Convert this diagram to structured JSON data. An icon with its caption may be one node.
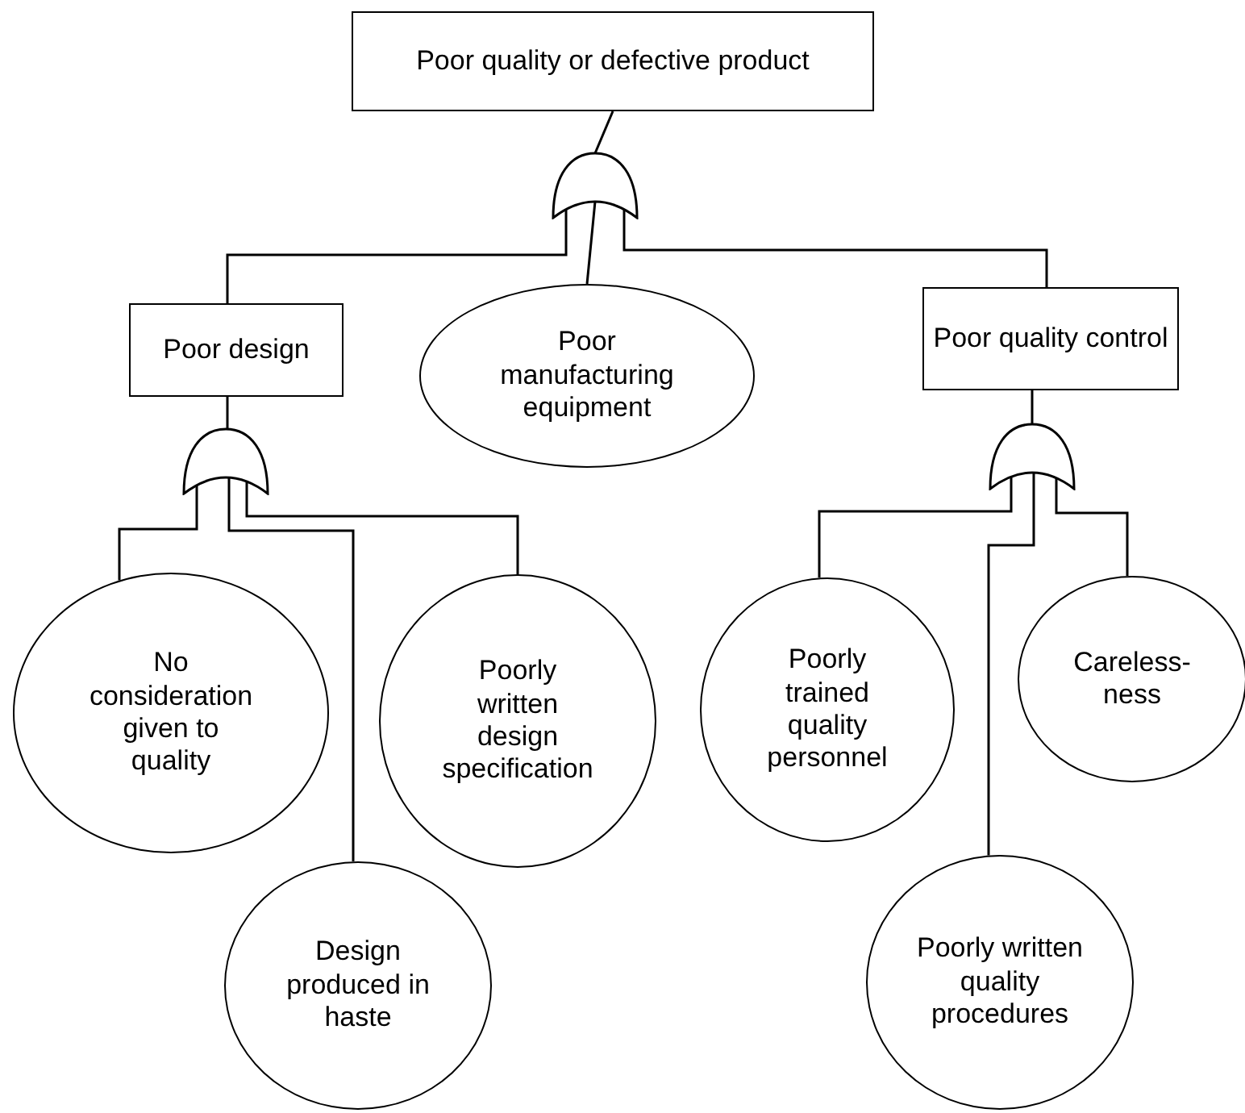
{
  "diagram": {
    "nodes": [
      {
        "text": [
          "Poor quality or defective product"
        ]
      },
      {
        "text": [],
        "shape": "gate"
      },
      {
        "text": [
          "Poor design"
        ]
      },
      {
        "text": [
          "Poor manufacturing equipment"
        ]
      },
      {
        "text": [
          "Poor quality control"
        ]
      },
      {
        "text": [],
        "shape": "gate"
      },
      {
        "text": [],
        "shape": "gate"
      },
      {
        "text": [
          "No consideration given to quality"
        ]
      },
      {
        "text": [
          "Poorly written design specification"
        ]
      },
      {
        "text": [
          "Design produced in haste"
        ]
      },
      {
        "text": [
          "Poorly trained quality personnel"
        ]
      },
      {
        "text": [
          "Careless-ness"
        ]
      },
      {
        "text": [
          "Poorly written quality procedures"
        ]
      }
    ],
    "edges": [
      {
        "from": 0,
        "to": 1,
        "arrow": "none"
      },
      {
        "from": 1,
        "to": 2,
        "arrow": "none"
      },
      {
        "from": 1,
        "to": 3,
        "arrow": "none"
      },
      {
        "from": 1,
        "to": 4,
        "arrow": "none"
      },
      {
        "from": 2,
        "to": 5,
        "arrow": "none"
      },
      {
        "from": 4,
        "to": 6,
        "arrow": "none"
      },
      {
        "from": 5,
        "to": 7,
        "arrow": "none"
      },
      {
        "from": 5,
        "to": 9,
        "arrow": "none"
      },
      {
        "from": 5,
        "to": 8,
        "arrow": "none"
      },
      {
        "from": 6,
        "to": 10,
        "arrow": "none"
      },
      {
        "from": 6,
        "to": 12,
        "arrow": "none"
      },
      {
        "from": 6,
        "to": 11,
        "arrow": "none"
      }
    ]
  }
}
